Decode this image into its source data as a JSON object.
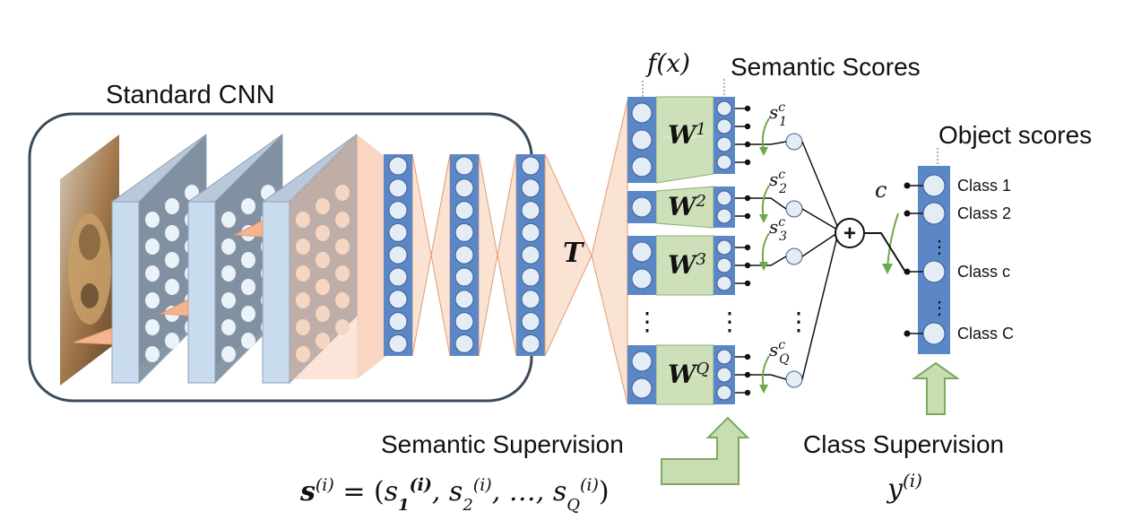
{
  "labels": {
    "standard_cnn": "Standard CNN",
    "fx": "f(x)",
    "semantic_scores": "Semantic Scores",
    "object_scores": "Object scores",
    "T": "T",
    "c": "c",
    "plus": "+",
    "semantic_supervision": "Semantic Supervision",
    "class_supervision": "Class Supervision",
    "y_i": "y(i)",
    "s_i_formula": "s(i) = (s1(i), s2(i), ..., sQ(i))"
  },
  "branches": [
    {
      "w": "W1",
      "s": "s1c"
    },
    {
      "w": "W2",
      "s": "s2c"
    },
    {
      "w": "W3",
      "s": "s3c"
    },
    {
      "w": "WQ",
      "s": "sQc"
    }
  ],
  "classes": [
    "Class 1",
    "Class 2",
    "Class c",
    "Class C"
  ],
  "ellipsis": "⋮",
  "colors": {
    "neuron_bar": "#5b87c6",
    "neuron_fill": "#e4ecf5",
    "cnn_layer": "#c9dcef",
    "cnn_layer_side": "#b9c9d9",
    "orange": "#f3b48f",
    "orange_light": "#fbe3d3",
    "green": "#c8ddb2",
    "green_dark": "#7ea860",
    "score_circle": "#e4ecf5"
  }
}
